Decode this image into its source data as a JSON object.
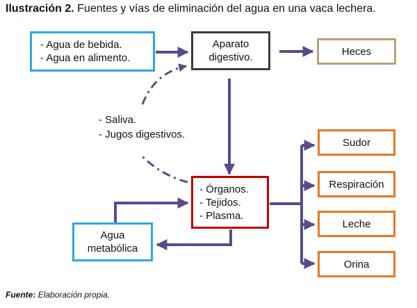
{
  "caption": {
    "label": "Ilustración 2.",
    "text": " Fuentes y vías de eliminación del agua en una vaca lechera."
  },
  "colors": {
    "arrow": "#5b4a8b",
    "blue": "#29a9e0",
    "dark": "#3b3b3b",
    "red": "#c00000",
    "orange": "#e87722",
    "olive": "#b5a274"
  },
  "nodes": {
    "sources": {
      "lines": [
        "- Agua de bebida.",
        "- Agua en alimento."
      ]
    },
    "digestive": {
      "lines": [
        "Aparato",
        "digestivo."
      ]
    },
    "feces": {
      "lines": [
        "Heces"
      ]
    },
    "saliva": {
      "lines": [
        "- Saliva.",
        "- Jugos digestivos."
      ]
    },
    "organs": {
      "lines": [
        "- Órganos.",
        "- Tejidos.",
        "- Plasma."
      ]
    },
    "metabolic": {
      "lines": [
        "Agua",
        "metabólica"
      ]
    },
    "sweat": {
      "lines": [
        "Sudor"
      ]
    },
    "breathing": {
      "lines": [
        "Respiración"
      ]
    },
    "milk": {
      "lines": [
        "Leche"
      ]
    },
    "urine": {
      "lines": [
        "Orina"
      ]
    }
  },
  "source": {
    "label": "Fuente:",
    "text": " Elaboración propia."
  }
}
